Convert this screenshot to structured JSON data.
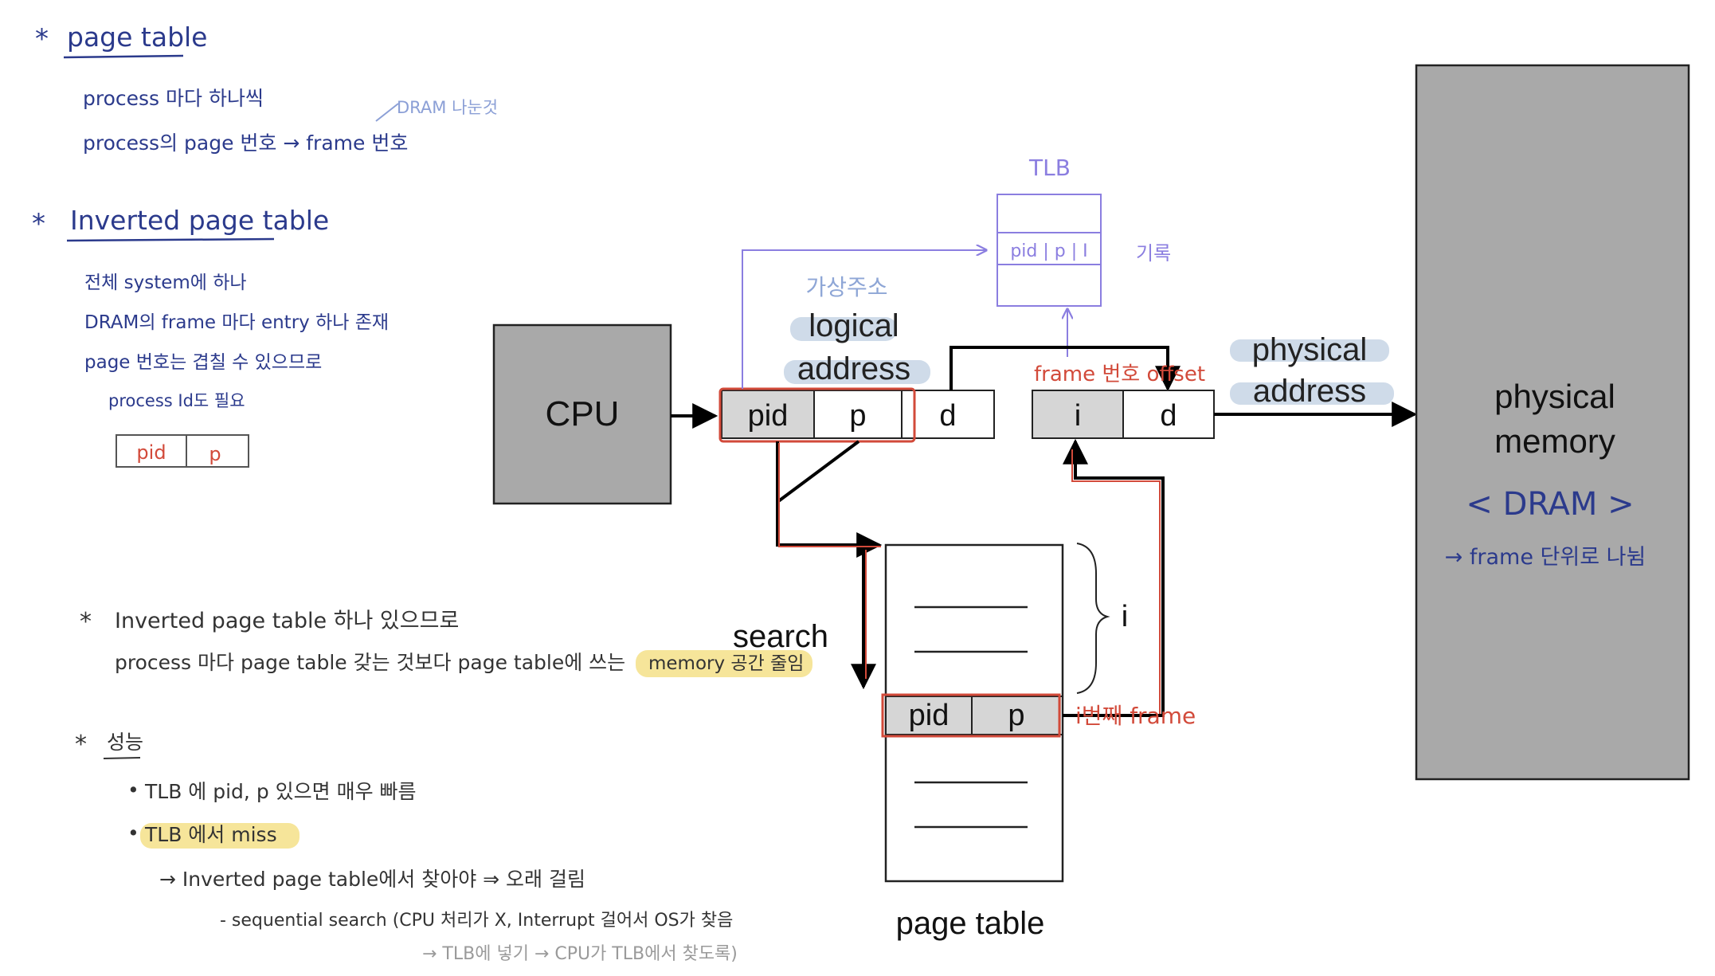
{
  "notes": {
    "page_table": {
      "title": "page table",
      "bullets": [
        "process 마다 하나씩",
        "process의 page 번호 → frame 번호"
      ],
      "annotation": "DRAM 나눈것"
    },
    "inverted_page_table": {
      "title": "Inverted page table",
      "bullets": [
        "전체 system에 하나",
        "DRAM의 frame 마다 entry 하나 존재",
        "page 번호는 겹칠 수 있으므로"
      ],
      "continuation": "process Id도 필요",
      "box_cells": [
        "pid",
        "p"
      ]
    },
    "memory_note": {
      "line1": "Inverted page table 하나 있으므로",
      "line2_prefix": "process 마다 page table 갖는 것보다 page table에 쓰는",
      "line2_highlight": "memory 공간 줄임"
    },
    "performance": {
      "title": "성능",
      "bullet1": "TLB 에 pid, p 있으면 매우 빠름",
      "bullet2": "TLB 에서 miss",
      "sub1": "→ Inverted page table에서 찾아야 ⇒ 오래 걸림",
      "sub2": "- sequential search (CPU 처리가 X, Interrupt 걸어서 OS가 찾음",
      "sub3": "→ TLB에 넣기 → CPU가 TLB에서 찾도록)"
    },
    "colors": {
      "ink_blue": "#2b3a8c",
      "ink_dark": "#333333",
      "ink_gray": "#9a9a9a",
      "ink_red": "#d24a3a",
      "ink_purple": "#8b7ee0",
      "highlight_yellow": "#f6e59a",
      "highlight_blue": "#cfdbe9"
    }
  },
  "diagram": {
    "cpu_label": "CPU",
    "logical_address": {
      "ko": "가상주소",
      "line1": "logical",
      "line2": "address",
      "cells": [
        "pid",
        "p",
        "d"
      ]
    },
    "physical_address": {
      "line1": "physical",
      "line2": "address",
      "cells": [
        "i",
        "d"
      ]
    },
    "tlb": {
      "title": "TLB",
      "entry": "pid | p | I",
      "note": "기록"
    },
    "annotations": {
      "frame_offset": "frame 번호  offset",
      "ith_frame": "i번째 frame"
    },
    "search_label": "search",
    "page_table": {
      "label": "page table",
      "entry_cells": [
        "pid",
        "p"
      ],
      "index_label": "i"
    },
    "physical_memory": {
      "line1": "physical",
      "line2": "memory",
      "dram": "< DRAM >",
      "note": "→ frame 단위로 나뉨"
    }
  }
}
